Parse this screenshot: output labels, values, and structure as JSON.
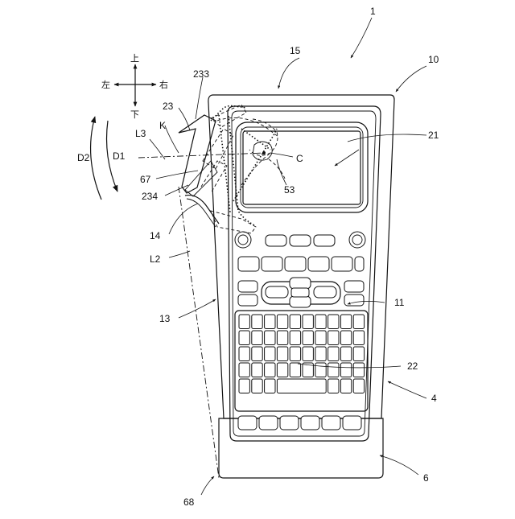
{
  "labels": {
    "device": "1",
    "top_edge": "15",
    "body_top": "10",
    "display": "21",
    "cover": "23",
    "cover_top": "233",
    "cover_hinge": "234",
    "k": "K",
    "l3": "L3",
    "center": "C",
    "n53": "53",
    "n67": "67",
    "n14": "14",
    "l2": "L2",
    "n13": "13",
    "n11": "11",
    "n22": "22",
    "n4": "4",
    "n6": "6",
    "n68": "68",
    "d1": "D1",
    "d2": "D2"
  },
  "compass": {
    "up": "上",
    "down": "下",
    "left": "左",
    "right": "右"
  }
}
